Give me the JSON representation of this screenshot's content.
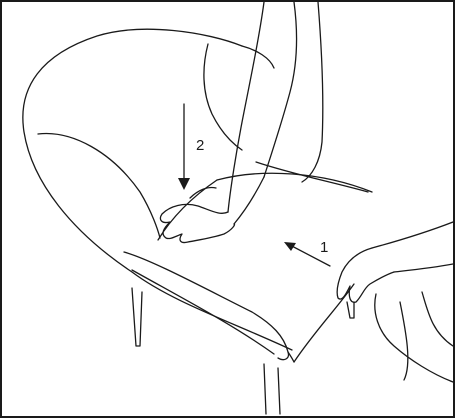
{
  "figure": {
    "frame_color": "#1a1a1a",
    "background": "#ffffff",
    "steps": [
      {
        "number": "1",
        "direction": "up-left"
      },
      {
        "number": "2",
        "direction": "down"
      }
    ]
  }
}
